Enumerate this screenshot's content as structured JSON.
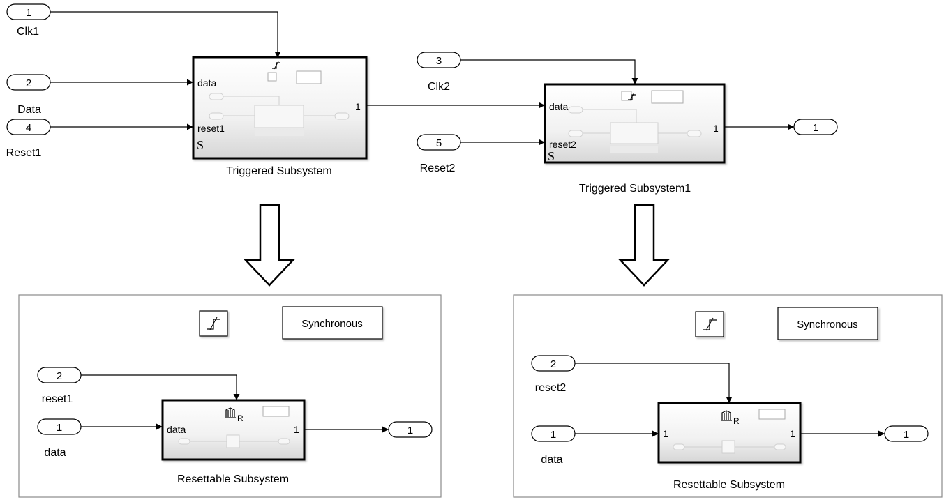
{
  "top": {
    "ports_in": [
      {
        "num": "1",
        "label": "Clk1"
      },
      {
        "num": "2",
        "label": "Data"
      },
      {
        "num": "4",
        "label": "Reset1"
      },
      {
        "num": "3",
        "label": "Clk2"
      },
      {
        "num": "5",
        "label": "Reset2"
      }
    ],
    "port_out": {
      "num": "1"
    },
    "subsystem1": {
      "title": "Triggered Subsystem",
      "in_port_1": "data",
      "in_port_2": "reset1",
      "out_port": "1",
      "badge": "S"
    },
    "subsystem2": {
      "title": "Triggered Subsystem1",
      "in_port_1": "data",
      "in_port_2": "reset2",
      "out_port": "1",
      "badge": "S"
    }
  },
  "left_panel": {
    "sync_label": "Synchronous",
    "ports_in": [
      {
        "num": "2",
        "label": "reset1"
      },
      {
        "num": "1",
        "label": "data"
      }
    ],
    "port_out": {
      "num": "1"
    },
    "subsystem": {
      "title": "Resettable Subsystem",
      "in_port": "data",
      "out_port": "1",
      "reset_symbol": "R"
    }
  },
  "right_panel": {
    "sync_label": "Synchronous",
    "ports_in": [
      {
        "num": "2",
        "label": "reset2"
      },
      {
        "num": "1",
        "label": "data"
      }
    ],
    "port_out": {
      "num": "1"
    },
    "subsystem": {
      "title": "Resettable Subsystem",
      "in_port": "1",
      "out_port": "1",
      "reset_symbol": "R"
    }
  }
}
